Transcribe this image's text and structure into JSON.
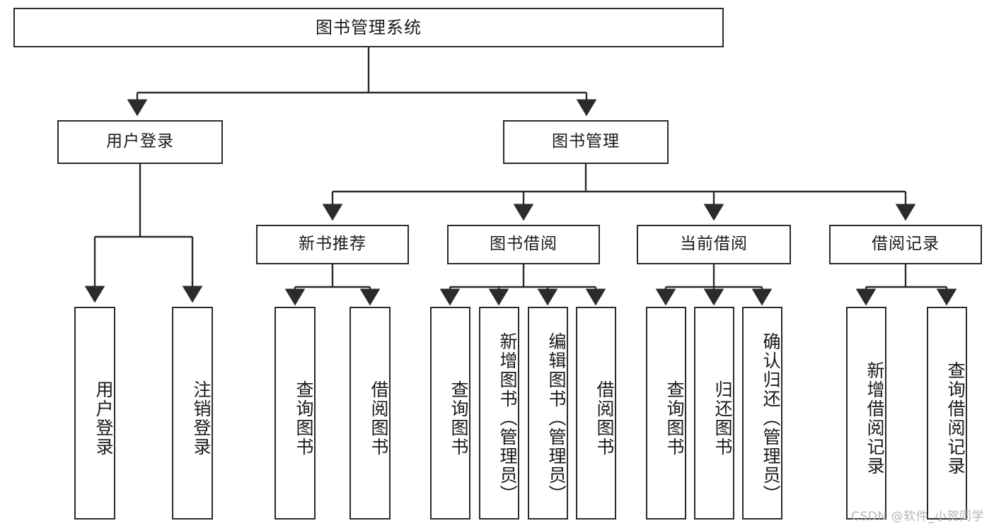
{
  "diagram": {
    "title_node": {
      "label": "图书管理系统"
    },
    "level2": [
      {
        "label": "用户登录"
      },
      {
        "label": "图书管理"
      }
    ],
    "level3": [
      {
        "label": "新书推荐"
      },
      {
        "label": "图书借阅"
      },
      {
        "label": "当前借阅"
      },
      {
        "label": "借阅记录"
      }
    ],
    "leaves": {
      "user_login": [
        {
          "label": "用户登录"
        },
        {
          "label": "注销登录"
        }
      ],
      "new_book_recommend": [
        {
          "label": "查询图书"
        },
        {
          "label": "借阅图书"
        }
      ],
      "book_borrow": [
        {
          "label": "查询图书"
        },
        {
          "label": "新增图书（管理员）"
        },
        {
          "label": "编辑图书（管理员）"
        },
        {
          "label": "借阅图书"
        }
      ],
      "current_borrow": [
        {
          "label": "查询图书"
        },
        {
          "label": "归还图书"
        },
        {
          "label": "确认归还（管理员）"
        }
      ],
      "borrow_record": [
        {
          "label": "新增借阅记录"
        },
        {
          "label": "查询借阅记录"
        }
      ]
    }
  },
  "watermark": {
    "text": "CSDN @软件_小贺同学"
  },
  "colors": {
    "border": "#2b2b2b",
    "text": "#1a1a1a",
    "background": "#ffffff",
    "watermark": "#b6b6b6"
  }
}
